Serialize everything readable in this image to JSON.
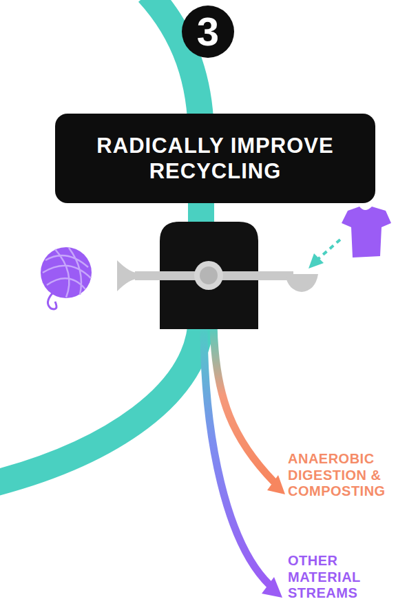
{
  "diagram": {
    "nodes": [
      {
        "text": [
          "3"
        ]
      },
      {
        "text": [
          "RADICALLY IMPROVE RECYCLING"
        ]
      }
    ],
    "labels": [
      "ANAEROBIC DIGESTION & COMPOSTING",
      "OTHER MATERIAL STREAMS"
    ]
  }
}
